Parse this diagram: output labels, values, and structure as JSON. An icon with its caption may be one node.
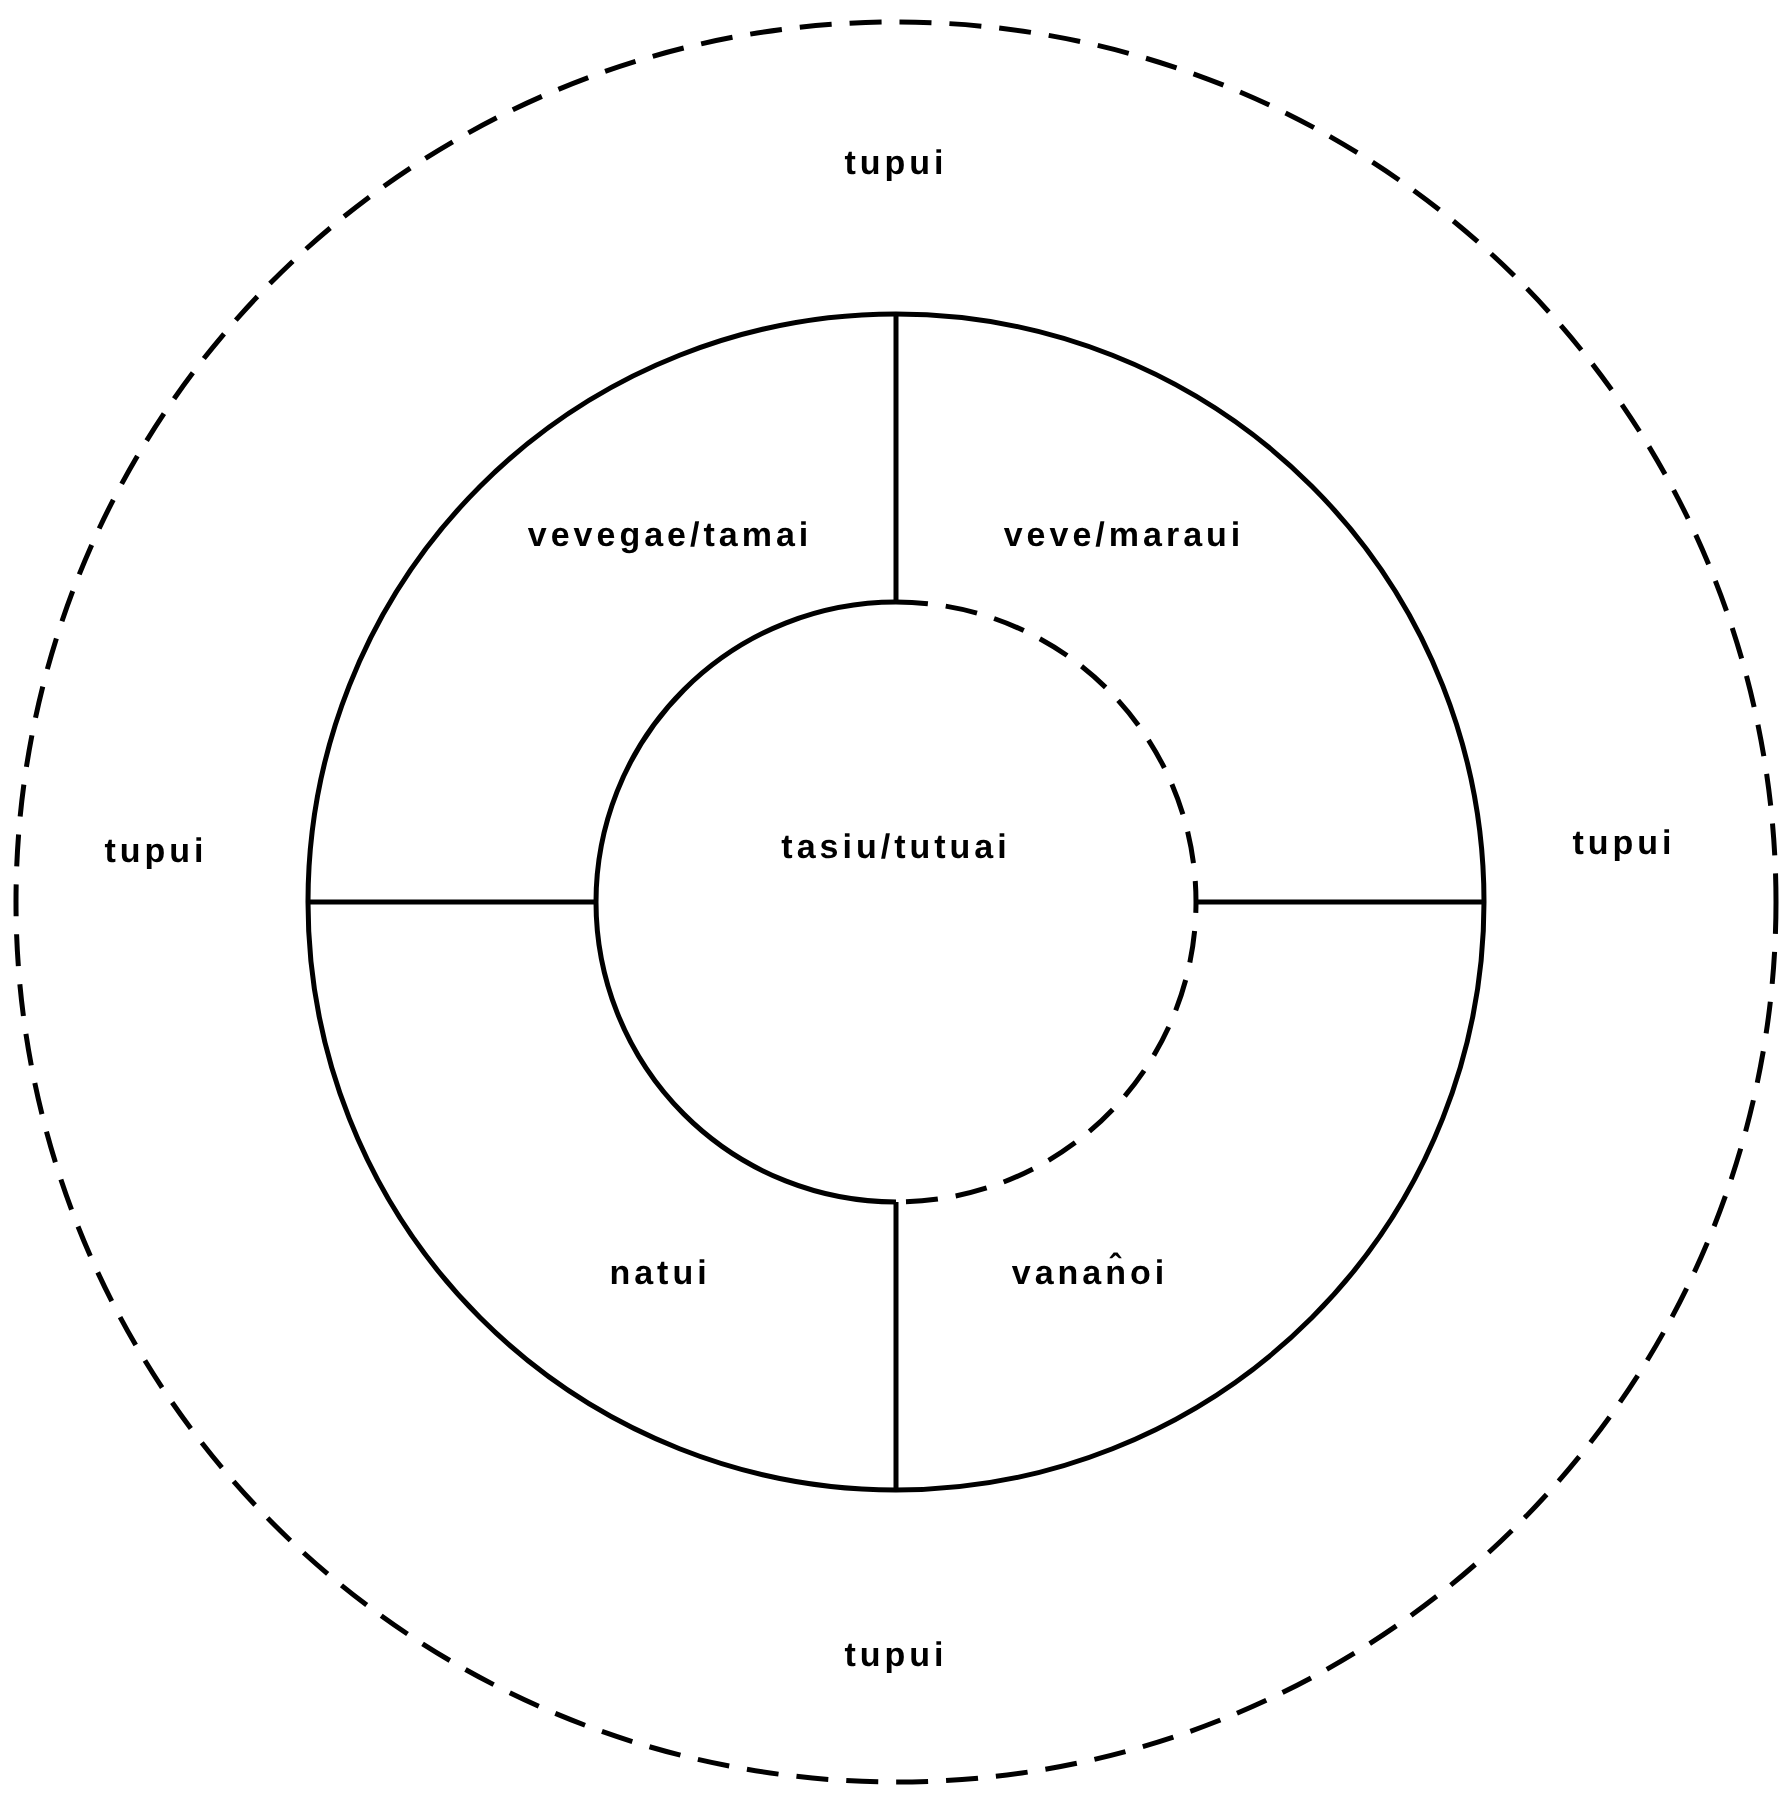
{
  "diagram": {
    "nodes": [
      {
        "text": [
          "tupui",
          "tupui",
          "tupui",
          "tupui"
        ]
      },
      {
        "text": [
          "vevegae/tamai",
          "veve/maraui",
          "natui",
          "vanan̂oi"
        ],
        "in": 0
      },
      {
        "text": [
          "tasiu/tutuai"
        ],
        "in": 1
      }
    ]
  }
}
